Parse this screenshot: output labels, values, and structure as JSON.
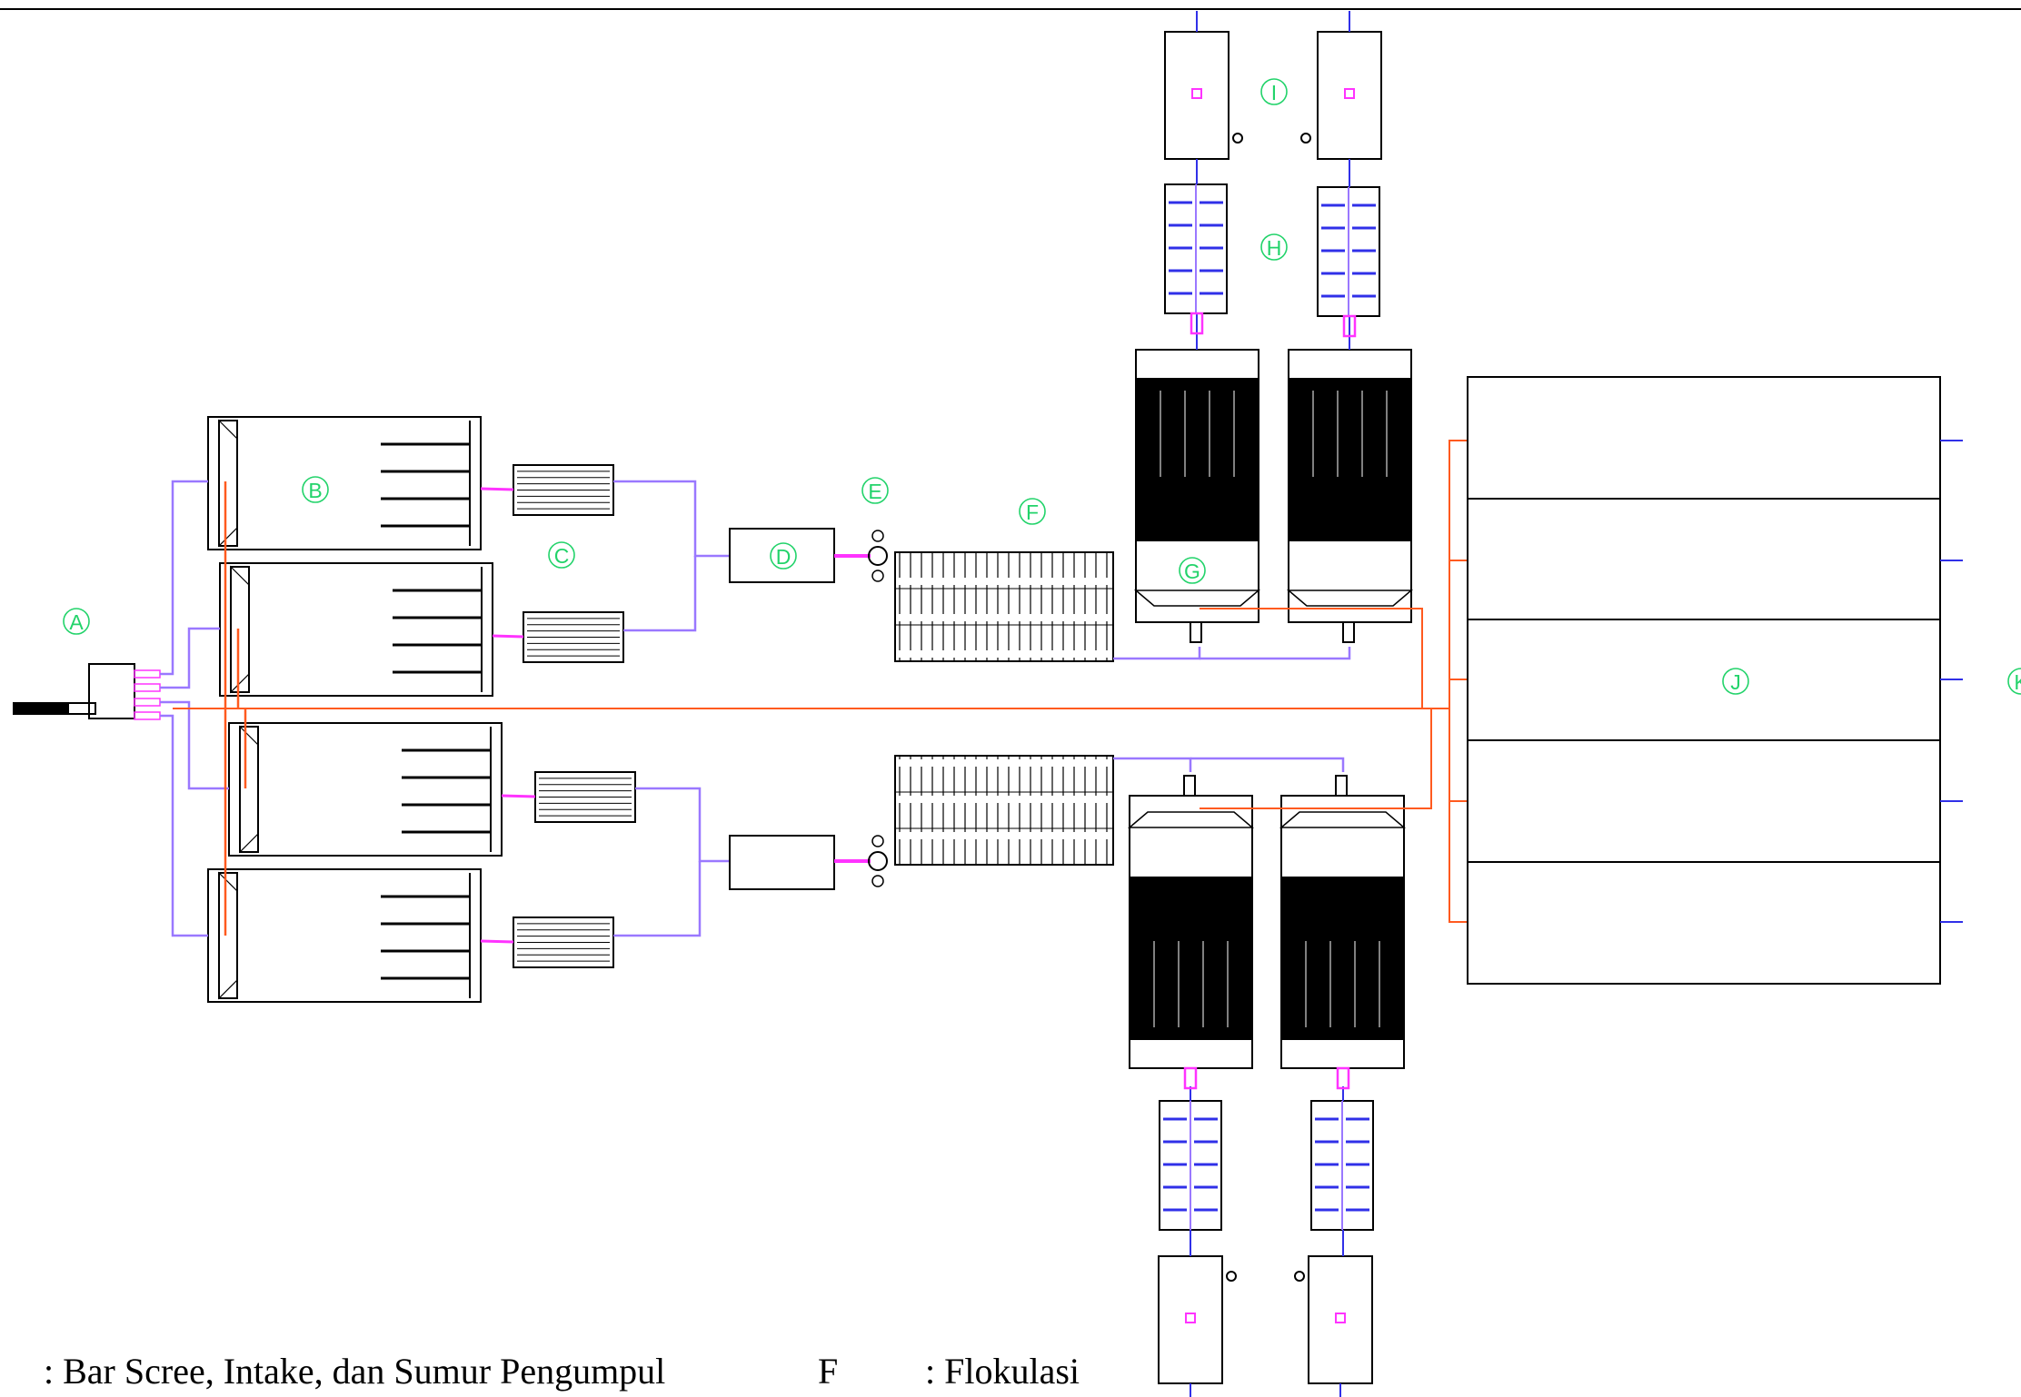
{
  "diagram": {
    "labels": {
      "A": "A",
      "B": "B",
      "C": "C",
      "D": "D",
      "E": "E",
      "F": "F",
      "G": "G",
      "H": "H",
      "I": "I",
      "J": "J",
      "K": "K"
    },
    "colors": {
      "outline": "#000000",
      "pipe_blue": "#3030e8",
      "pipe_violet": "#9a78ff",
      "pipe_magenta": "#ff33ff",
      "pipe_orange": "#ff5a1f",
      "label_green": "#22d36a"
    }
  },
  "legend": {
    "row1_text": ": Bar Scree, Intake, dan Sumur Pengumpul",
    "row1_key_F": "F",
    "row1_text_F": ": Flokulasi"
  }
}
